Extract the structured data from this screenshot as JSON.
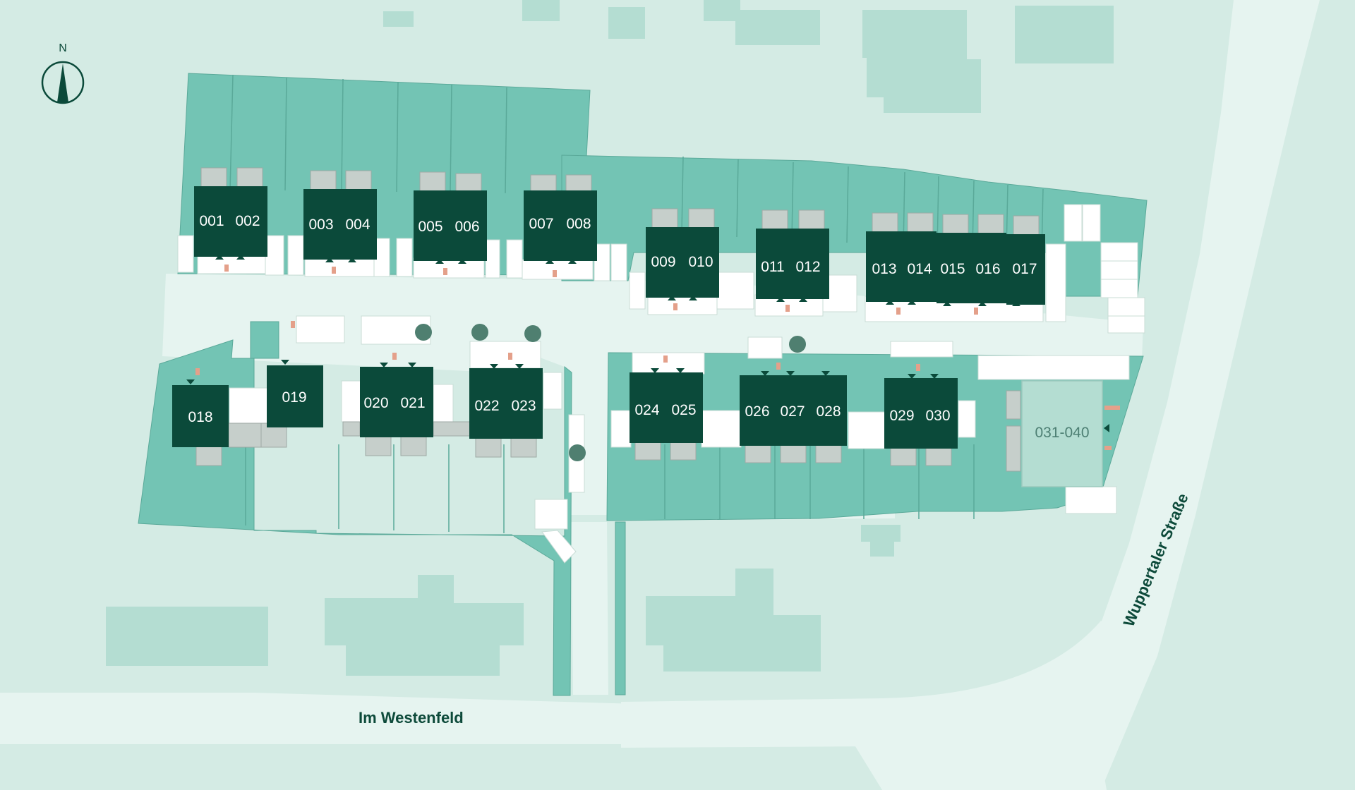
{
  "map": {
    "compass_label": "N",
    "streets": {
      "im_westenfeld": "Im Westenfeld",
      "wuppertaler_strasse": "Wuppertaler Straße"
    },
    "units": [
      "001",
      "002",
      "003",
      "004",
      "005",
      "006",
      "007",
      "008",
      "009",
      "010",
      "011",
      "012",
      "013",
      "014",
      "015",
      "016",
      "017",
      "018",
      "019",
      "020",
      "021",
      "022",
      "023",
      "024",
      "025",
      "026",
      "027",
      "028",
      "029",
      "030"
    ],
    "apartment_block": "031-040",
    "colors": {
      "background": "#d4ebe4",
      "neighbor_building": "#b4ddd2",
      "plot_green": "#73c4b4",
      "house_dark": "#0b4a3a",
      "road": "#e6f4f0",
      "terrace_gray": "#c6cfcb",
      "tree": "#4f7f70",
      "accent_brick": "#e4a08a"
    }
  }
}
